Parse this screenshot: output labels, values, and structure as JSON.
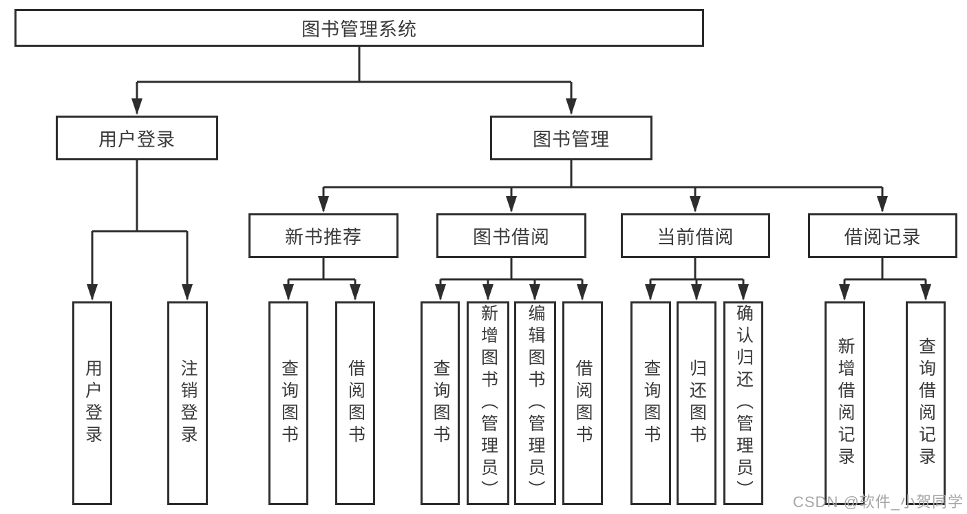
{
  "tree": {
    "label": "图书管理系统",
    "children": [
      {
        "label": "用户登录",
        "children": [
          {
            "label": "用户登录"
          },
          {
            "label": "注销登录"
          }
        ]
      },
      {
        "label": "图书管理",
        "children": [
          {
            "label": "新书推荐",
            "children": [
              {
                "label": "查询图书"
              },
              {
                "label": "借阅图书"
              }
            ]
          },
          {
            "label": "图书借阅",
            "children": [
              {
                "label": "查询图书"
              },
              {
                "label": "新增图书（管理员）"
              },
              {
                "label": "编辑图书（管理员）"
              },
              {
                "label": "借阅图书"
              }
            ]
          },
          {
            "label": "当前借阅",
            "children": [
              {
                "label": "查询图书"
              },
              {
                "label": "归还图书"
              },
              {
                "label": "确认归还（管理员）"
              }
            ]
          },
          {
            "label": "借阅记录",
            "children": [
              {
                "label": "新增借阅记录"
              },
              {
                "label": "查询借阅记录"
              }
            ]
          }
        ]
      }
    ]
  },
  "watermark": "CSDN @软件_小贺同学",
  "colors": {
    "line": "#2d2d2d",
    "text": "#3a3a3a",
    "watermark": "#a6a6a6",
    "background": "#ffffff"
  }
}
